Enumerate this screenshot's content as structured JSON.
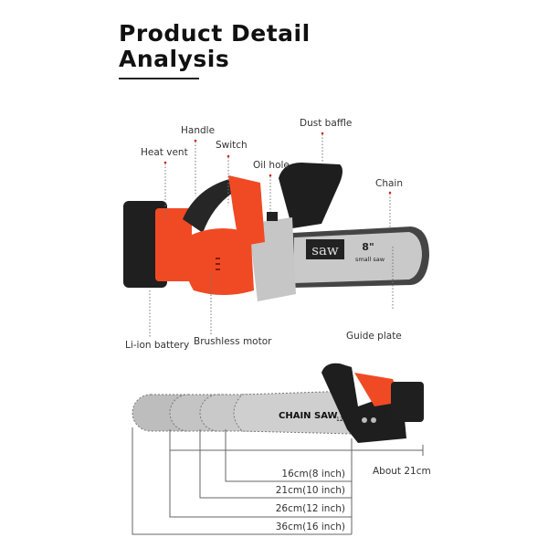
{
  "title": {
    "line1": "Product Detail",
    "line2": "Analysis"
  },
  "parts": {
    "handle": "Handle",
    "heat_vent": "Heat vent",
    "switch": "Switch",
    "oil_hole": "Oil hole",
    "dust_baffle": "Dust baffle",
    "chain": "Chain",
    "battery": "Li-ion battery",
    "motor": "Brushless motor",
    "guide_plate": "Guide plate"
  },
  "saw_top": {
    "brand": "saw",
    "size": "8\"",
    "sub": "small saw"
  },
  "saw_bottom": {
    "brand": "CHAIN SAW",
    "size": "12\""
  },
  "dimensions": {
    "body_length": "About 21cm",
    "bars": [
      "16cm(8 inch)",
      "21cm(10 inch)",
      "26cm(12 inch)",
      "36cm(16 inch)"
    ]
  },
  "colors": {
    "accent": "#f04a24",
    "dark": "#222222",
    "blade": "#c8c8c8"
  }
}
